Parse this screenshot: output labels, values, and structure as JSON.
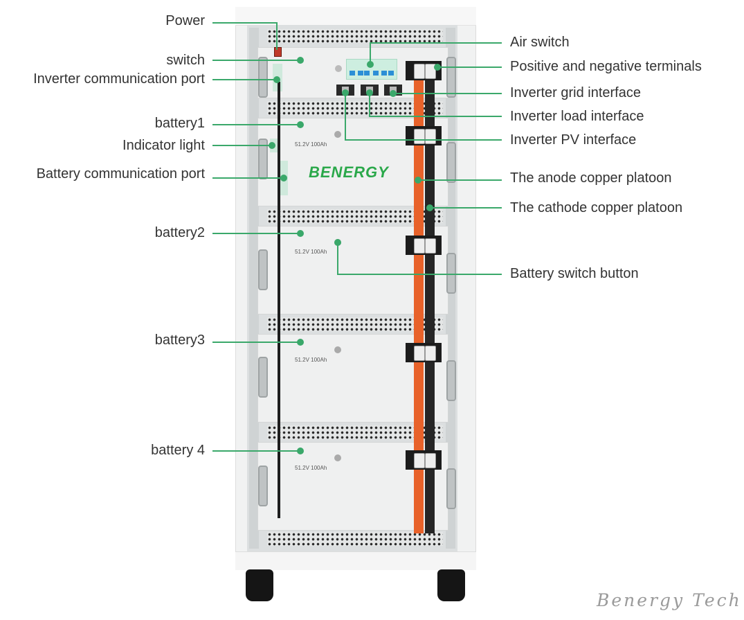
{
  "callouts_left": [
    {
      "label": "Power"
    },
    {
      "label": "switch"
    },
    {
      "label": "Inverter communication port"
    },
    {
      "label": "battery1"
    },
    {
      "label": "Indicator light"
    },
    {
      "label": "Battery communication port"
    },
    {
      "label": "battery2"
    },
    {
      "label": "battery3"
    },
    {
      "label": "battery 4"
    }
  ],
  "callouts_right": [
    {
      "label": "Air switch"
    },
    {
      "label": "Positive and negative terminals"
    },
    {
      "label": "Inverter grid interface"
    },
    {
      "label": "Inverter load interface"
    },
    {
      "label": "Inverter PV interface"
    },
    {
      "label": "The anode copper platoon"
    },
    {
      "label": "The cathode copper platoon"
    },
    {
      "label": "Battery switch button"
    }
  ],
  "battery_spec": "51.2V  100Ah",
  "logo": "BENERGY",
  "watermark": "Benergy Tech",
  "colors": {
    "callout": "#3aa86a",
    "anode": "#e8622a",
    "cathode": "#262626",
    "logo": "#2aa84a"
  }
}
